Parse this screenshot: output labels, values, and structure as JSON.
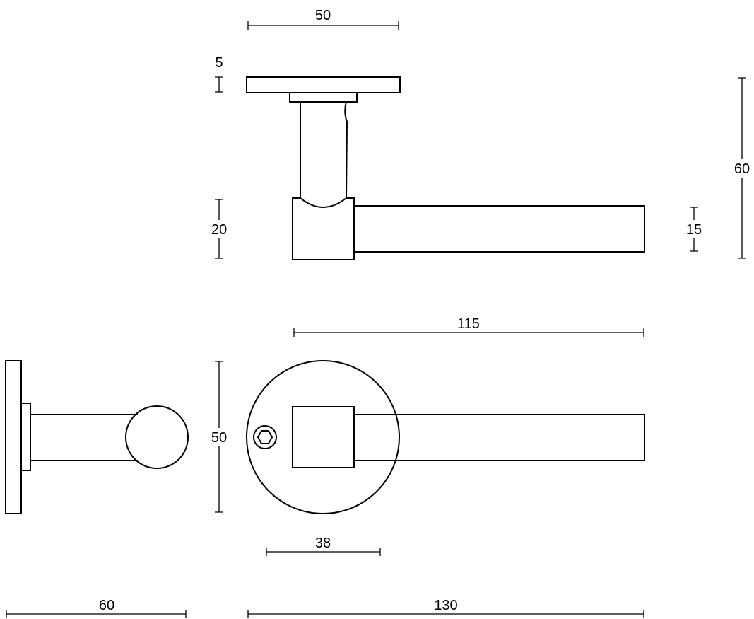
{
  "colors": {
    "line": "#000000",
    "background": "#ffffff"
  },
  "dimensions": {
    "top_rose_width": "50",
    "rose_thickness": "5",
    "overall_height": "60",
    "neck_height": "20",
    "lever_thickness": "15",
    "lever_length": "115",
    "rose_diameter": "50",
    "screw_to_square": "38",
    "side_projection": "60",
    "overall_length": "130"
  }
}
